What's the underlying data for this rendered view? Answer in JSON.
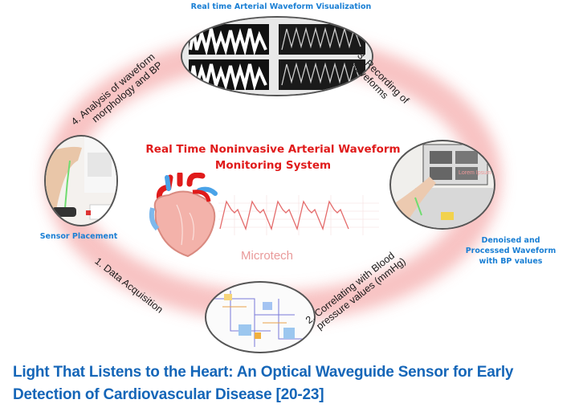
{
  "diagram": {
    "top_label": "Real time Arterial Waveform Visualization",
    "center_title_line1": "Real Time Noninvasive Arterial Waveform",
    "center_title_line2": "Monitoring System",
    "center_watermark": "Microtech",
    "left_label": "Sensor Placement",
    "right_label_line1": "Denoised and",
    "right_label_line2": "Processed Waveform",
    "right_label_line3": "with BP values",
    "laptop_screen_text": "Lorem Ipsum",
    "steps": [
      {
        "line1": "1. Data Acquisition",
        "line2": ""
      },
      {
        "line1": "2. Correlating with Blood",
        "line2": "pressure values (mmHg)"
      },
      {
        "line1": "3. Recording of",
        "line2": "waveforms"
      },
      {
        "line1": "4. Analysis of waveform",
        "line2": "morphology and BP"
      }
    ],
    "icons": [
      "waveform-monitor-photo",
      "laptop-sensor-photo",
      "circuit-schematic-photo",
      "wrist-sensor-photo",
      "heart-icon",
      "pulse-waveform-icon"
    ]
  },
  "colors": {
    "ring_glow": "#f4a6a6",
    "title_red": "#e01b1b",
    "label_blue": "#1a7fd4",
    "caption_blue": "#1566b8"
  },
  "caption": {
    "line1": "Light That Listens to the Heart: An Optical Waveguide Sensor for Early",
    "line2": "Detection of Cardiovascular Disease [20-23]"
  }
}
